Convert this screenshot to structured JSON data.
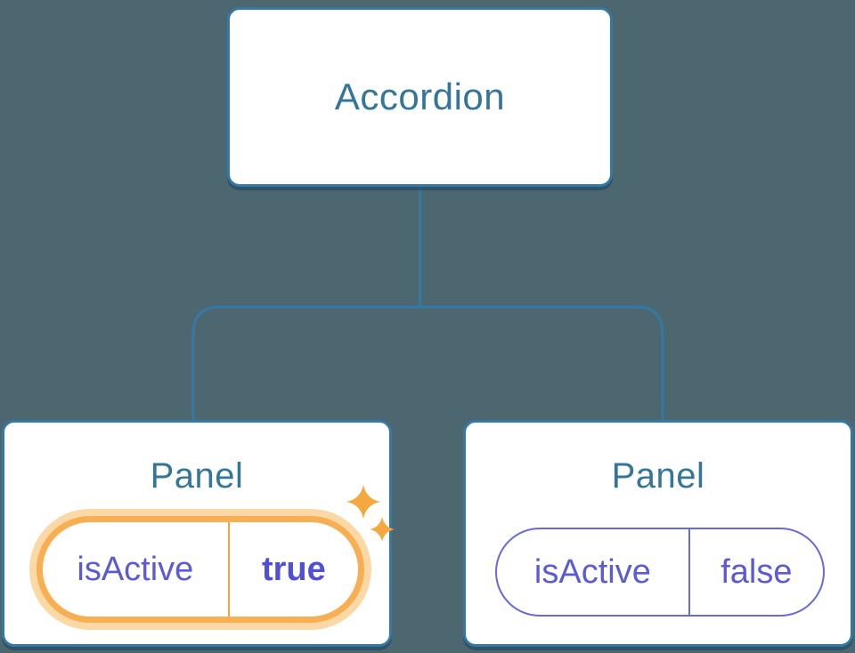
{
  "diagram": {
    "root": {
      "label": "Accordion"
    },
    "panels": [
      {
        "title": "Panel",
        "state": {
          "name": "isActive",
          "value": "true"
        },
        "highlighted": true
      },
      {
        "title": "Panel",
        "state": {
          "name": "isActive",
          "value": "false"
        },
        "highlighted": false
      }
    ]
  },
  "colors": {
    "background": "#4D6771",
    "node_fill": "#FFFFFF",
    "node_border": "#3478A6",
    "node_title_text": "#35759A",
    "connector_line": "#3478A6",
    "state_text": "#5B5BD6",
    "state_value_active_text": "#514FD3",
    "state_pill_border_inactive": "#6868DF",
    "highlight_ring": "#F8AE52",
    "highlight_glow": "#FBD9A6",
    "sparkle": "#F5A840"
  }
}
